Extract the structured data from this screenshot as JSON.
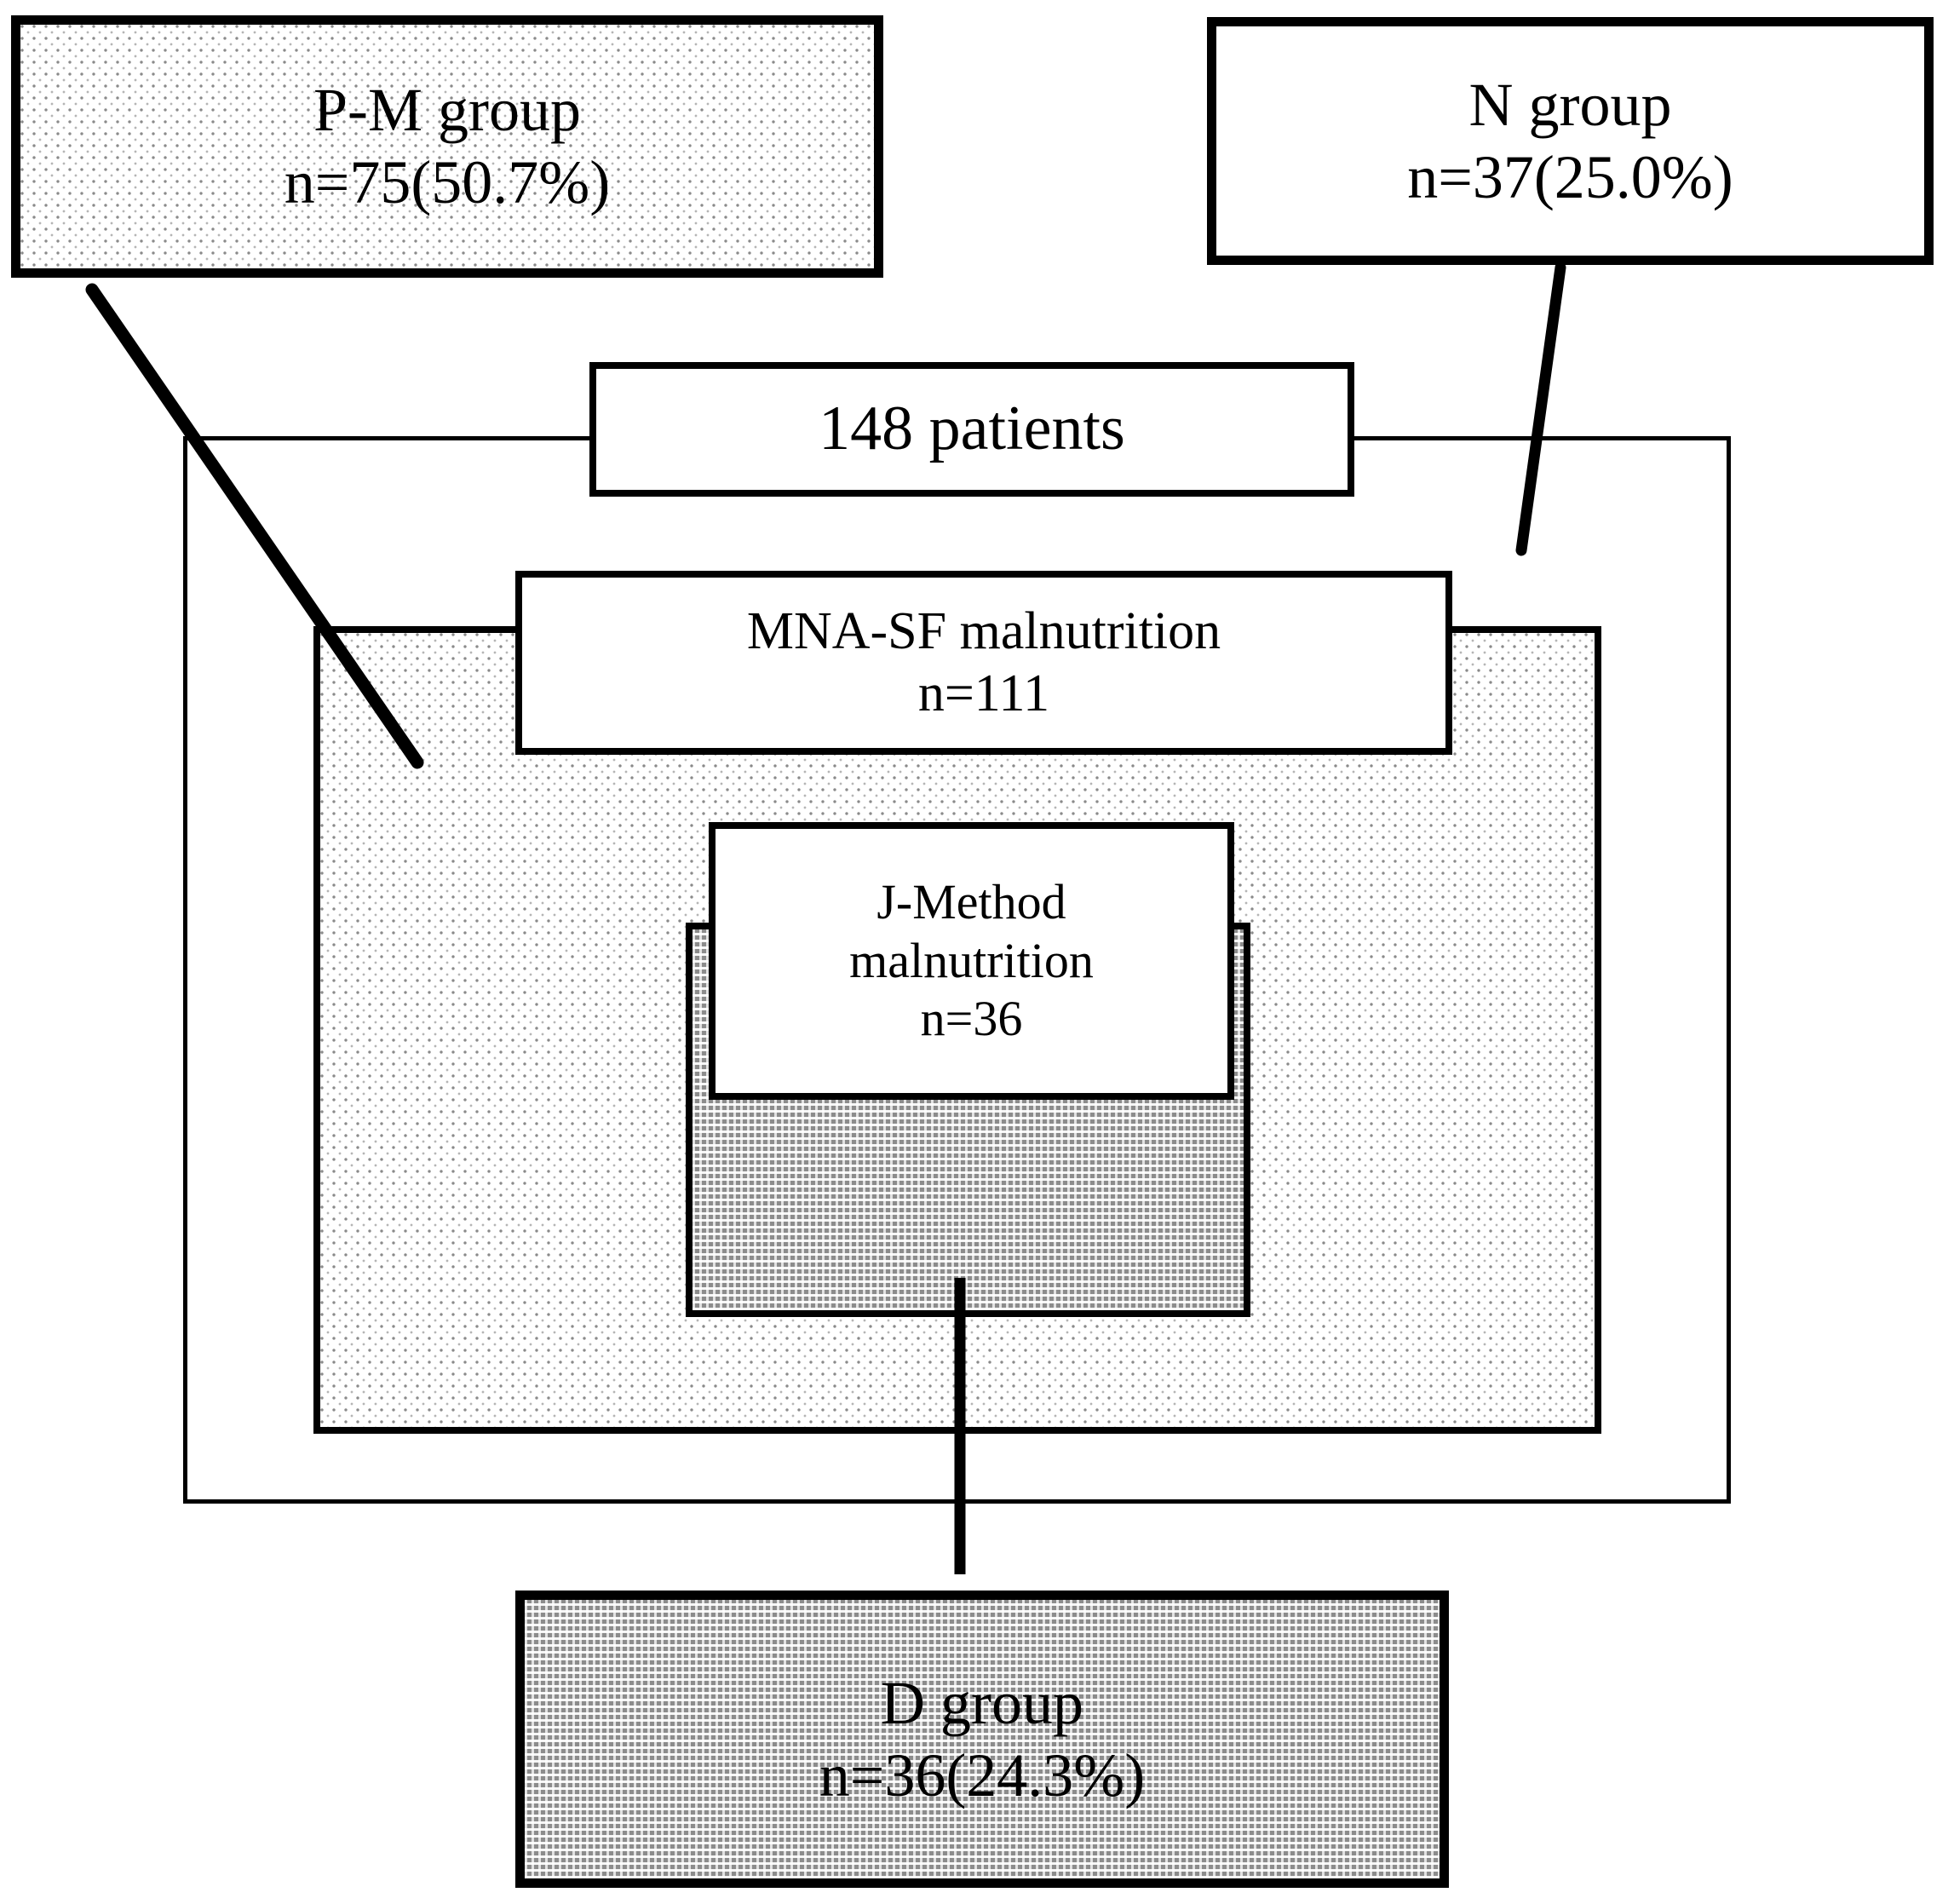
{
  "diagram": {
    "title": "Patient nutritional assessment group flow diagram",
    "colors": {
      "stroke": "#000000",
      "page_background": "#ffffff",
      "box_background": "#ffffff",
      "light_stipple_fill": "#e8e8e8",
      "dark_stipple_fill": "#8c8c8c"
    },
    "nodes": {
      "pm_group": {
        "name": "P-M group",
        "label_line1": "P-M group",
        "label_line2": "n=75(50.7%)",
        "count": 75,
        "percent": "50.7%",
        "fill": "light-stipple"
      },
      "n_group": {
        "name": "N group",
        "label_line1": "N group",
        "label_line2": "n=37(25.0%)",
        "count": 37,
        "percent": "25.0%",
        "fill": "white"
      },
      "total_patients": {
        "name": "148 patients",
        "label_line1": "148 patients",
        "count": 148,
        "fill": "white"
      },
      "mnasf_malnutrition": {
        "name": "MNA-SF malnutrition",
        "label_line1": "MNA-SF malnutrition",
        "label_line2": "n=111",
        "count": 111,
        "fill": "white"
      },
      "jmethod_malnutrition": {
        "name": "J-Method malnutrition",
        "label_line1": "J-Method",
        "label_line2": "malnutrition",
        "label_line3": "n=36",
        "count": 36,
        "fill": "white"
      },
      "d_group": {
        "name": "D group",
        "label_line1": "D group",
        "label_line2": "n=36(24.3%)",
        "count": 36,
        "percent": "24.3%",
        "fill": "dark-stipple"
      }
    },
    "regions": {
      "outer_cohort_frame": {
        "name": "all 148 patients region",
        "fill": "white"
      },
      "mnasf_region": {
        "name": "MNA-SF malnutrition region",
        "fill": "light-stipple"
      },
      "jmethod_region": {
        "name": "J-Method malnutrition region",
        "fill": "dark-stipple"
      }
    },
    "connectors": [
      {
        "name": "pm-group-connector",
        "from": "pm_group",
        "to": "mnasf_region"
      },
      {
        "name": "n-group-connector",
        "from": "n_group",
        "to": "outer_cohort_frame"
      },
      {
        "name": "d-group-connector",
        "from": "jmethod_region",
        "to": "d_group"
      }
    ]
  }
}
